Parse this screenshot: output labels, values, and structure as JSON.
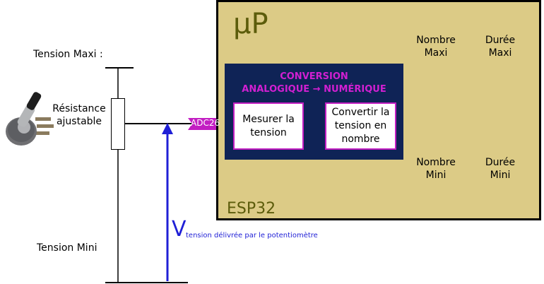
{
  "labels": {
    "tension_maxi": "Tension Maxi :",
    "tension_mini": "Tension Mini",
    "resistance_line1": "Résistance",
    "resistance_line2": "ajustable",
    "up_title": "µP",
    "esp_label": "ESP32",
    "adc": "ADC26",
    "v_main": "V",
    "v_subscript": "tension délivrée par le potentiomètre"
  },
  "conversion": {
    "line1": "CONVERSION",
    "line2a": "ANALOGIQUE",
    "arrow": "→",
    "line2b": "NUMÉRIQUE"
  },
  "boxes": {
    "measure_line1": "Mesurer la",
    "measure_line2": "tension",
    "convert_line1": "Convertir la",
    "convert_line2": "tension en",
    "convert_line3": "nombre"
  },
  "params": {
    "nombre_maxi_1": "Nombre",
    "nombre_maxi_2": "Maxi",
    "duree_maxi_1": "Durée",
    "duree_maxi_2": "Maxi",
    "nombre_mini_1": "Nombre",
    "nombre_mini_2": "Mini",
    "duree_mini_1": "Durée",
    "duree_mini_2": "Mini"
  },
  "colors": {
    "chip_fill": "#dccb86",
    "chip_text": "#5c5c0b",
    "conversion_fill": "#0f2356",
    "accent_magenta": "#c21ec2",
    "voltage_blue": "#1f1fd6"
  }
}
